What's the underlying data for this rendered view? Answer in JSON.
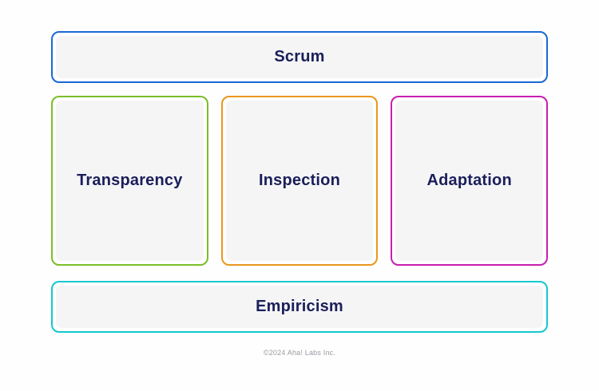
{
  "page": {
    "background_color": "#fefefe",
    "footer_text": "©2024 Aha! Labs Inc.",
    "footer_color": "#9b9ba3"
  },
  "diagram": {
    "text_color": "#1a1f5a",
    "box_fill_color": "#f5f5f6",
    "title_box": {
      "label": "Scrum",
      "border_color": "#1a69d4"
    },
    "pillars": [
      {
        "label": "Transparency",
        "border_color": "#7abe28"
      },
      {
        "label": "Inspection",
        "border_color": "#eb961e"
      },
      {
        "label": "Adaptation",
        "border_color": "#c81eaf"
      }
    ],
    "foundation_box": {
      "label": "Empiricism",
      "border_color": "#14c8cd"
    }
  }
}
